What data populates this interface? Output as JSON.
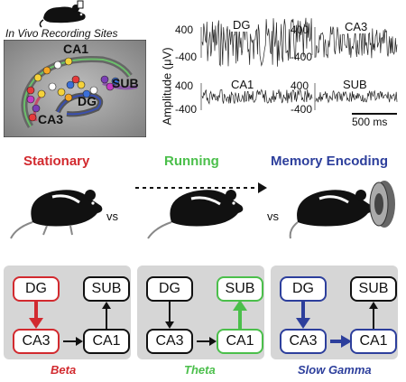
{
  "recording": {
    "title": "In Vivo Recording Sites",
    "regions": [
      "CA1",
      "SUB",
      "DG",
      "CA3"
    ]
  },
  "traces": {
    "ylabel": "Amplitude (μV)",
    "ticks": [
      "400",
      "-400"
    ],
    "panels": [
      {
        "label": "DG"
      },
      {
        "label": "CA3"
      },
      {
        "label": "CA1"
      },
      {
        "label": "SUB"
      }
    ],
    "scalebar": "500 ms"
  },
  "conditions": [
    {
      "label": "Stationary",
      "color": "#d22a2f"
    },
    {
      "label": "Running",
      "color": "#4bbf4b"
    },
    {
      "label": "Memory Encoding",
      "color": "#2d3f9c"
    }
  ],
  "vs_label": "vs",
  "diagrams": [
    {
      "band": "Beta",
      "color": "#d22a2f",
      "nodes": {
        "dg": "DG",
        "sub": "SUB",
        "ca3": "CA3",
        "ca1": "CA1"
      }
    },
    {
      "band": "Theta",
      "color": "#4bbf4b",
      "nodes": {
        "dg": "DG",
        "sub": "SUB",
        "ca3": "CA3",
        "ca1": "CA1"
      }
    },
    {
      "band": "Slow Gamma",
      "color": "#2d3f9c",
      "nodes": {
        "dg": "DG",
        "sub": "SUB",
        "ca3": "CA3",
        "ca1": "CA1"
      }
    }
  ]
}
